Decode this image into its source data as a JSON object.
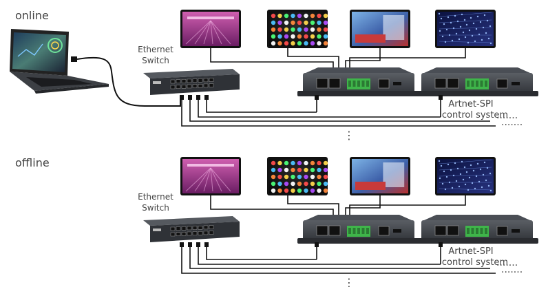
{
  "sections": [
    {
      "mode_label": "online",
      "switch_label": [
        "Ethernet",
        "Switch"
      ],
      "system_label": [
        "Artnet-SPI",
        "control system"
      ],
      "has_laptop": true,
      "continuation": "⋮",
      "trail": "·······"
    },
    {
      "mode_label": "offline",
      "switch_label": [
        "Ethernet",
        "Switch"
      ],
      "system_label": [
        "Artnet-SPI",
        "control system"
      ],
      "has_laptop": false,
      "continuation": "⋮",
      "trail": "·······"
    }
  ],
  "colors": {
    "label": "#444444",
    "cable": "#111111",
    "device_body": "#3a3d42",
    "terminal_green": "#3fb54a",
    "screen_magenta": "#c0449a",
    "screen_blue": "#1b2a7a"
  },
  "icons": [
    "laptop-icon",
    "ethernet-switch-icon",
    "controller-icon",
    "led-screen-icon"
  ]
}
